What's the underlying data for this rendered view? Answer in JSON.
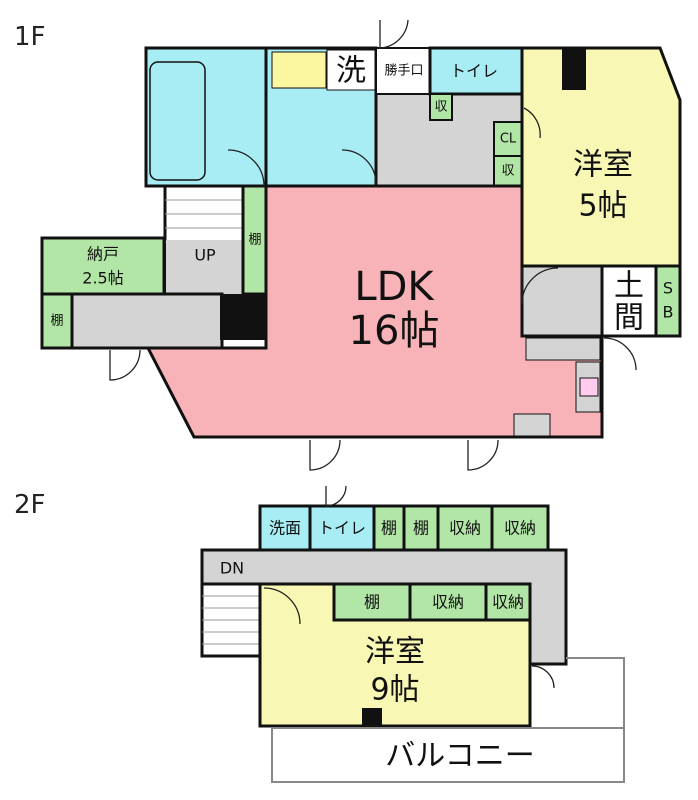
{
  "floors": {
    "first": "1F",
    "second": "2F"
  },
  "rooms_1f": {
    "ldk_name": "LDK",
    "ldk_size": "16帖",
    "western_name": "洋室",
    "western_size": "5帖",
    "storage_name": "納戸",
    "storage_size": "2.5帖",
    "stairs_up": "UP",
    "shelf_left": "棚",
    "shelf_stair": "棚",
    "wash": "洗",
    "back_door": "勝手口",
    "toilet": "トイレ",
    "closet_small": "収",
    "closet_cl": "CL",
    "closet_cl2": "収",
    "doma_1": "土",
    "doma_2": "間",
    "shoebox_1": "S",
    "shoebox_2": "B"
  },
  "rooms_2f": {
    "washroom": "洗面",
    "toilet": "トイレ",
    "shelf_1": "棚",
    "shelf_2": "棚",
    "storage_1": "収納",
    "storage_2": "収納",
    "stairs_down": "DN",
    "shelf_3": "棚",
    "storage_3": "収納",
    "storage_4": "収納",
    "western_name": "洋室",
    "western_size": "9帖",
    "balcony": "バルコニー"
  },
  "colors": {
    "ldk": "#f7b3b8",
    "western": "#f8f8b4",
    "bath": "#a8ecf4",
    "storage": "#b2e6a6",
    "hall": "#d4d4d4",
    "wall": "#111111"
  }
}
